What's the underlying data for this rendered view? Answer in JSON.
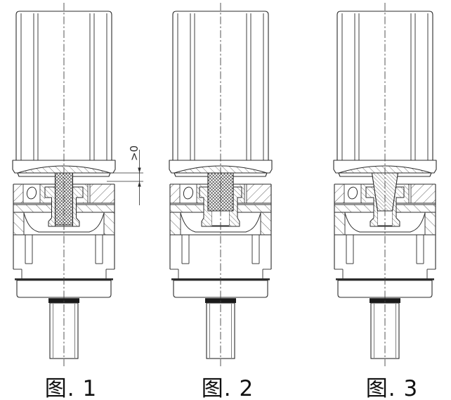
{
  "drawing": {
    "background": "#ffffff",
    "line_color": "#2b2b2b",
    "hatch_color": "#3a3a3a",
    "figures": [
      {
        "caption": "图. 1",
        "variant": "straight-shaft-fully-inserted",
        "annotation": {
          "text": ">0"
        }
      },
      {
        "caption": "图. 2",
        "variant": "straight-shaft-seated-on-step"
      },
      {
        "caption": "图. 3",
        "variant": "tapered-shaft-partially-inserted"
      }
    ]
  }
}
